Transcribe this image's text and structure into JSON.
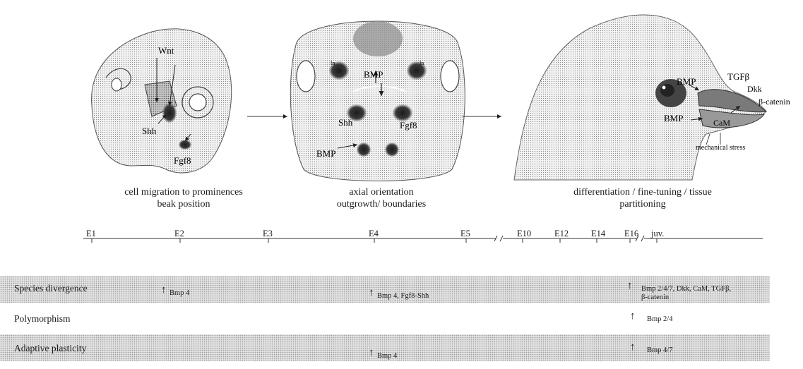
{
  "stages": [
    {
      "caption_line1": "cell migration to prominences",
      "caption_line2": "beak position",
      "labels": {
        "wnt": "Wnt",
        "shh": "Shh",
        "fgf8": "Fgf8"
      }
    },
    {
      "caption_line1": "axial orientation",
      "caption_line2": "outgrowth/ boundaries",
      "labels": {
        "bmp_top": "BMP",
        "shh": "Shh",
        "fgf8": "Fgf8",
        "bmp_bottom": "BMP",
        "ln_left": "ln",
        "ln_right": "ln"
      }
    },
    {
      "caption_line1": "differentiation / fine-tuning / tissue",
      "caption_line2": "partitioning",
      "labels": {
        "bmp_top": "BMP",
        "tgfb": "TGFβ",
        "dkk": "Dkk",
        "bcatenin": "β-catenin",
        "cam": "CaM",
        "bmp_bottom": "BMP",
        "mech": "mechanical stress"
      }
    }
  ],
  "timeline": {
    "ticks": [
      "E1",
      "E2",
      "E3",
      "E4",
      "E5",
      "E10",
      "E12",
      "E14",
      "E16",
      "juv."
    ]
  },
  "rows": [
    {
      "label": "Species divergence",
      "markers": [
        "Bmp 4",
        "Bmp 4, Fgf8-Shh",
        "Bmp 2/4/7, Dkk, CaM, TGFβ,",
        "β-catenin"
      ]
    },
    {
      "label": "Polymorphism",
      "markers": [
        "Bmp 2/4"
      ]
    },
    {
      "label": "Adaptive plasticity",
      "markers": [
        "Bmp 4",
        "Bmp 4/7"
      ]
    }
  ]
}
